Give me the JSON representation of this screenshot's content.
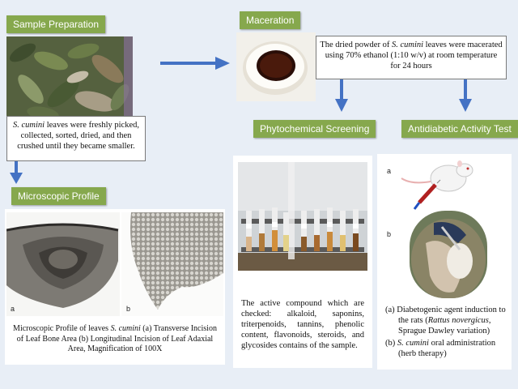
{
  "sections": {
    "sample_preparation": "Sample Preparation",
    "maceration": "Maceration",
    "microscopic_profile": "Microscopic Profile",
    "phytochemical_screening": "Phytochemical Screening",
    "antidiabetic_activity_test": "Antidiabetic Activity Test"
  },
  "sample_text": {
    "species": "S. cumini",
    "rest": " leaves were freshly picked, collected, sorted, dried, and then crushed until they became smaller."
  },
  "maceration_text": {
    "before": "The dried powder of ",
    "species": "S. cumini",
    "after": " leaves were macerated using 70% ethanol (1:10 w/v) at room temperature for 24 hours"
  },
  "microscopic_caption": {
    "before": "Microscopic Profile of leaves ",
    "species": "S. cumini",
    "after": " (a) Transverse Incision of Leaf Bone Area (b) Longitudinal Incision of Leaf Adaxial Area, Magnification of 100X"
  },
  "microscopic_labels": {
    "a": "a",
    "b": "b"
  },
  "phytochemical_text": "The active compound which are checked: alkaloid, saponins, triterpenoids, tannins, phenolic content, flavonoids, steroids, and glycosides contains of the sample.",
  "antidiabetic_labels": {
    "a": "a",
    "b": "b"
  },
  "antidiabetic_items": {
    "a_prefix": "(a)",
    "a_before": " Diabetogenic agent induction to the rats (",
    "a_species": "Rattus novergicus",
    "a_after": ", Sprague Dawley variation)",
    "b_prefix": "(b)",
    "b_species": "S. cumini",
    "b_after": " oral administration (herb therapy)"
  },
  "colors": {
    "label_green": "#86a84d",
    "arrow_blue": "#4472c4",
    "background": "#e8eef6"
  }
}
